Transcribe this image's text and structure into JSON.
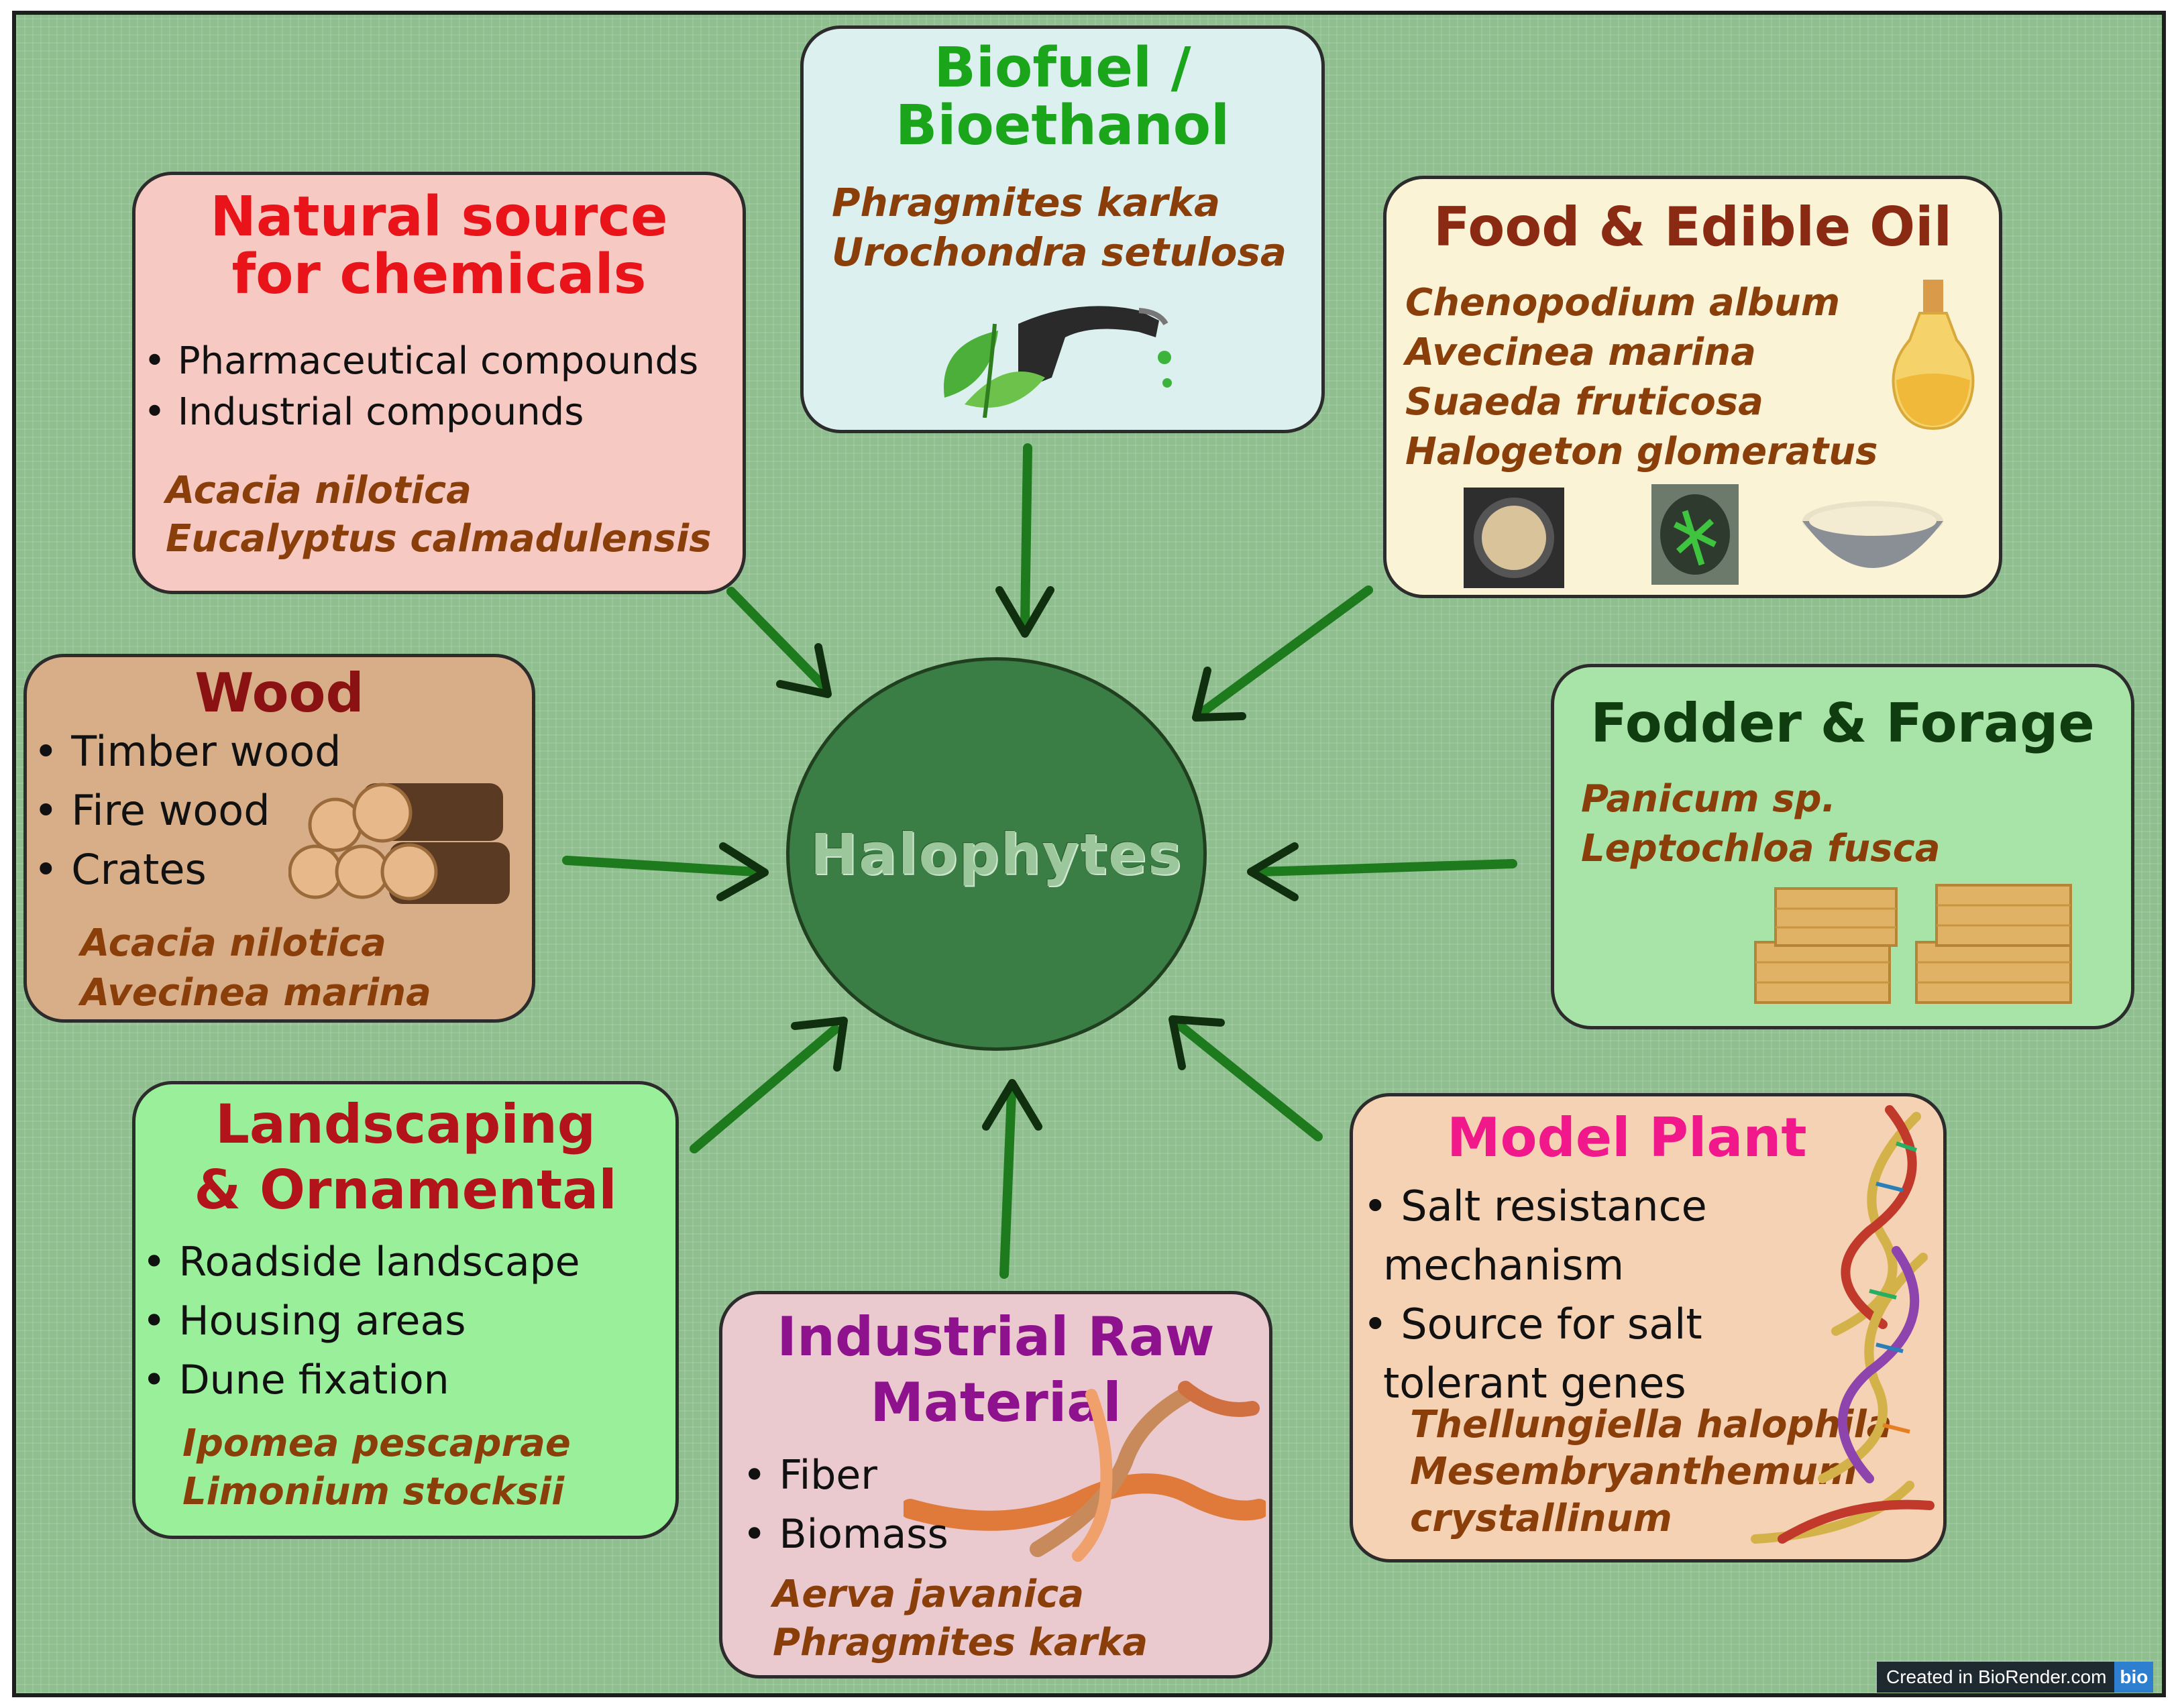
{
  "center": {
    "label": "Halophytes"
  },
  "boxes": {
    "biofuel": {
      "title_line1": "Biofuel /",
      "title_line2": "Bioethanol",
      "species": [
        "Phragmites karka",
        "Urochondra setulosa"
      ]
    },
    "chemicals": {
      "title_line1": "Natural source",
      "title_line2": "for chemicals",
      "bullets": [
        "Pharmaceutical compounds",
        "Industrial compounds"
      ],
      "species": [
        "Acacia nilotica",
        "Eucalyptus calmadulensis"
      ]
    },
    "food": {
      "title": "Food & Edible Oil",
      "species": [
        "Chenopodium album",
        "Avecinea marina",
        "Suaeda fruticosa",
        "Halogeton glomeratus"
      ]
    },
    "wood": {
      "title": "Wood",
      "bullets": [
        "Timber wood",
        "Fire wood",
        "Crates"
      ],
      "species": [
        "Acacia nilotica",
        "Avecinea marina"
      ]
    },
    "fodder": {
      "title": "Fodder & Forage",
      "species": [
        "Panicum sp.",
        "Leptochloa fusca"
      ]
    },
    "landscaping": {
      "title_line1": "Landscaping",
      "title_line2": "& Ornamental",
      "bullets": [
        "Roadside landscape",
        "Housing areas",
        "Dune fixation"
      ],
      "species": [
        "Ipomea pescaprae",
        "Limonium stocksii"
      ]
    },
    "industrial": {
      "title_line1": "Industrial Raw",
      "title_line2": "Material",
      "bullets": [
        "Fiber",
        "Biomass"
      ],
      "species": [
        "Aerva javanica",
        "Phragmites karka"
      ]
    },
    "model": {
      "title": "Model Plant",
      "bullet1_line1": "Salt resistance",
      "bullet1_line2": "mechanism",
      "bullet2_line1": "Source for salt",
      "bullet2_line2": "tolerant genes",
      "species": [
        "Thellungiella halophila",
        "Mesembryanthemum",
        "crystallinum"
      ]
    }
  },
  "credit": {
    "text": "Created in BioRender.com",
    "logo": "bio"
  },
  "colors": {
    "background": "#8fbe8f",
    "center_circle": "#3a7d45",
    "arrow": "#1d7a1d",
    "species_text": "#8a3f0b"
  }
}
